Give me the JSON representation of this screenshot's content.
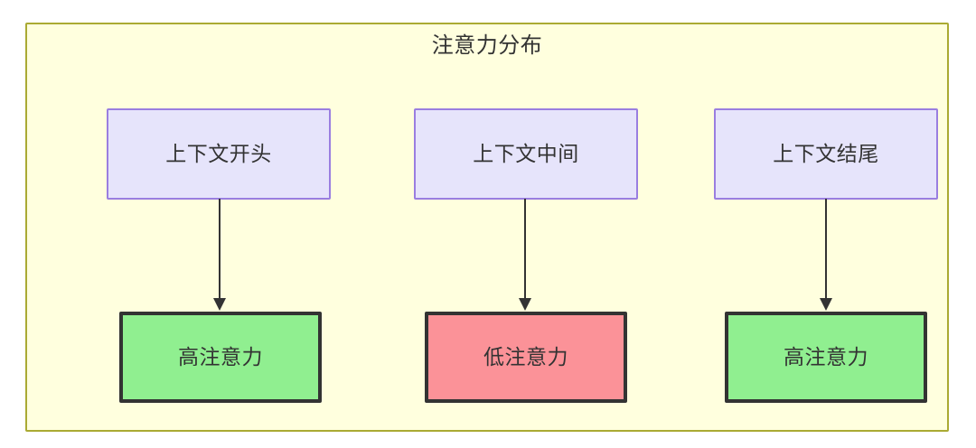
{
  "diagram": {
    "title": "注意力分布",
    "container": {
      "fill": "#ffffde",
      "border": "#aaaa33"
    },
    "context_nodes": [
      {
        "id": "ctx-start",
        "label": "上下文开头",
        "fill": "#e6e4fb",
        "border": "#9a7ee0"
      },
      {
        "id": "ctx-middle",
        "label": "上下文中间",
        "fill": "#e6e4fb",
        "border": "#9a7ee0"
      },
      {
        "id": "ctx-end",
        "label": "上下文结尾",
        "fill": "#e6e4fb",
        "border": "#9a7ee0"
      }
    ],
    "attention_nodes": [
      {
        "id": "attn-high-start",
        "label": "高注意力",
        "level": "high",
        "fill": "#90ef90",
        "border": "#333333"
      },
      {
        "id": "attn-low-middle",
        "label": "低注意力",
        "level": "low",
        "fill": "#fb9298",
        "border": "#333333"
      },
      {
        "id": "attn-high-end",
        "label": "高注意力",
        "level": "high",
        "fill": "#90ef90",
        "border": "#333333"
      }
    ],
    "edges": [
      {
        "from": "ctx-start",
        "to": "attn-high-start",
        "style": "arrow"
      },
      {
        "from": "ctx-middle",
        "to": "attn-low-middle",
        "style": "arrow"
      },
      {
        "from": "ctx-end",
        "to": "attn-high-end",
        "style": "arrow"
      }
    ]
  }
}
